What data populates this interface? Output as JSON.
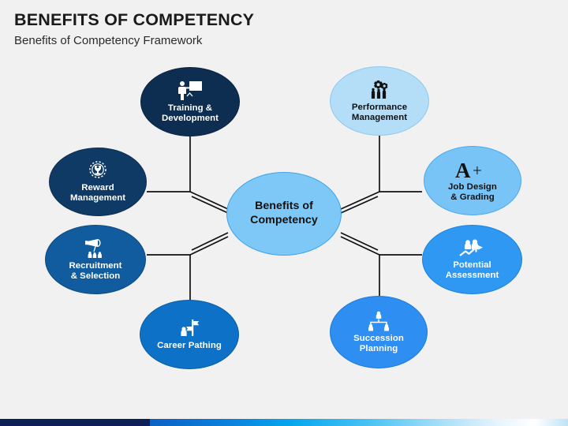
{
  "header": {
    "title": "BENEFITS OF COMPETENCY",
    "subtitle": "Benefits of Competency Framework"
  },
  "diagram": {
    "type": "radial-hub-and-spoke",
    "center": {
      "id": "center",
      "label": "Benefits of\nCompetency",
      "icon": "none",
      "fill": "#7ec8f8",
      "text_color": "#101010"
    },
    "nodes": [
      {
        "id": "training",
        "label": "Training &\nDevelopment",
        "icon": "presenter-whiteboard-icon",
        "fill": "#0d2d51",
        "text_color": "#ffffff",
        "position": "top-left"
      },
      {
        "id": "reward",
        "label": "Reward\nManagement",
        "icon": "trophy-badge-icon",
        "fill": "#103a66",
        "text_color": "#ffffff",
        "position": "left-upper"
      },
      {
        "id": "recruitment",
        "label": "Recruitment\n& Selection",
        "icon": "megaphone-hiring-icon",
        "fill": "#115c9e",
        "text_color": "#ffffff",
        "position": "left-lower"
      },
      {
        "id": "career",
        "label": "Career Pathing",
        "icon": "signpost-icon",
        "fill": "#0d72c7",
        "text_color": "#ffffff",
        "position": "bottom-left"
      },
      {
        "id": "performance",
        "label": "Performance\nManagement",
        "icon": "gears-people-icon",
        "fill": "#b4def8",
        "text_color": "#101010",
        "position": "top-right"
      },
      {
        "id": "job_design",
        "label": "Job Design\n& Grading",
        "icon": "a-plus-grade-icon",
        "fill": "#79c4f7",
        "text_color": "#101010",
        "position": "right-upper"
      },
      {
        "id": "potential",
        "label": "Potential\nAssessment",
        "icon": "people-growth-arrow-icon",
        "fill": "#2f98f2",
        "text_color": "#ffffff",
        "position": "right-lower"
      },
      {
        "id": "succession",
        "label": "Succession\nPlanning",
        "icon": "org-chart-icon",
        "fill": "#2f8ef2",
        "text_color": "#ffffff",
        "position": "bottom-right"
      }
    ],
    "connector_style": "double-line-black"
  },
  "footer": {
    "bar_navy_color": "#0d1f54",
    "bar_gradient_start": "#0b61c4",
    "bar_gradient_end": "#ffffff"
  }
}
